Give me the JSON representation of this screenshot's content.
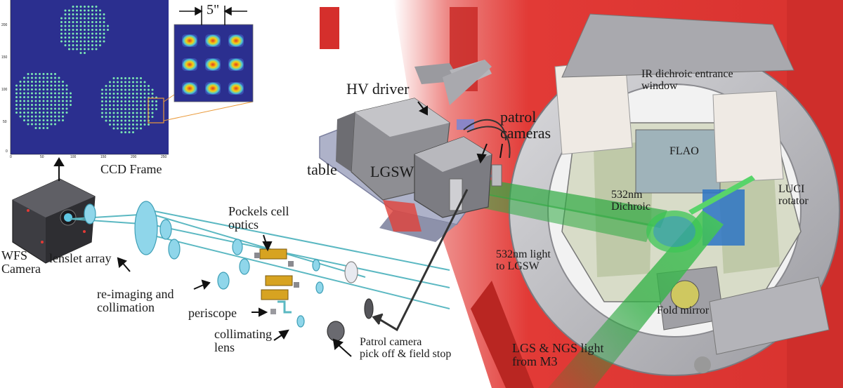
{
  "inset": {
    "y_ticks": [
      "200",
      "150",
      "100",
      "50",
      "0"
    ],
    "x_ticks": [
      "0",
      "50",
      "100",
      "150",
      "200",
      "250"
    ],
    "spacing_label": "5\"",
    "caption": "CCD Frame"
  },
  "labels": {
    "wfs_camera": "WFS\nCamera",
    "lenslet_array": "lenslet array",
    "reimaging": "re-imaging and\ncollimation",
    "pockels": "Pockels cell\noptics",
    "periscope": "periscope",
    "collimating": "collimating\nlens",
    "patrol_pick": "Patrol camera\npick off & field stop",
    "hv_driver": "HV driver",
    "patrol_cameras": "patrol\ncameras",
    "table": "table",
    "lgsw": "LGSW",
    "light_532": "532nm light\nto LGSW",
    "lgs_ngs": "LGS & NGS light\nfrom M3",
    "ir_window": "IR dichroic entrance\nwindow",
    "flao": "FLAO",
    "dichroic_532": "532nm\nDichroic",
    "luci": "LUCI\nrotator",
    "fold_mirror": "Fold mirror"
  },
  "colors": {
    "ccd_bg": "#2b2f8f",
    "spot": "#7de8b4",
    "frame_red": "#e23a36",
    "laser_green": "#34b84a",
    "optic_blue": "#8fd6ea",
    "metal": "#b9b9bd"
  }
}
